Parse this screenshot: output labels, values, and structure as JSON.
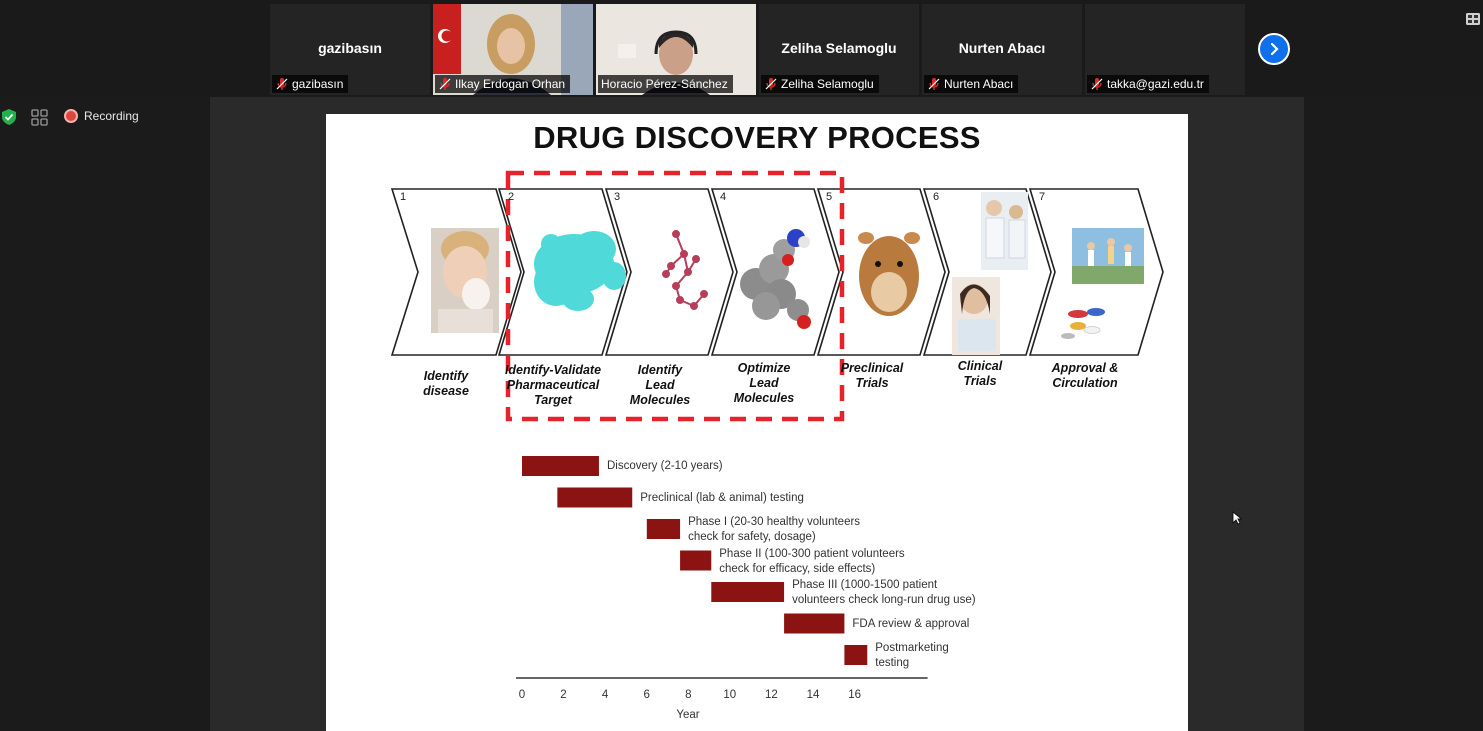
{
  "participants": [
    {
      "name": "gazibasın",
      "label": "gazibasın",
      "has_video": false,
      "muted": true
    },
    {
      "name": "Ilkay Erdogan Orhan",
      "label": "Ilkay Erdogan Orhan",
      "has_video": true,
      "muted": true
    },
    {
      "name": "Horacio Pérez-Sánchez",
      "label": "Horacio Pérez-Sánchez",
      "has_video": true,
      "muted": false,
      "active": true
    },
    {
      "name": "Zeliha Selamoglu",
      "label": "Zeliha Selamoglu",
      "has_video": false,
      "muted": true
    },
    {
      "name": "Nurten Abacı",
      "label": "Nurten Abacı",
      "has_video": false,
      "muted": true
    },
    {
      "name": "",
      "label": "takka@gazi.edu.tr",
      "has_video": false,
      "muted": true
    }
  ],
  "status": {
    "recording_label": "Recording"
  },
  "slide": {
    "title": "DRUG DISCOVERY PROCESS",
    "steps": [
      {
        "num": "1",
        "lines": [
          "Identify",
          "disease"
        ]
      },
      {
        "num": "2",
        "lines": [
          "Identify-Validate",
          "Pharmaceutical",
          "Target"
        ]
      },
      {
        "num": "3",
        "lines": [
          "Identify",
          "Lead",
          "Molecules"
        ]
      },
      {
        "num": "4",
        "lines": [
          "Optimize",
          "Lead",
          "Molecules"
        ]
      },
      {
        "num": "5",
        "lines": [
          "Preclinical",
          "Trials"
        ]
      },
      {
        "num": "6",
        "lines": [
          "Clinical",
          "Trials"
        ]
      },
      {
        "num": "7",
        "lines": [
          "Approval  &",
          "Circulation"
        ]
      }
    ],
    "highlight_color": "#e8222a",
    "bar_color": "#8b1412"
  },
  "chart_data": {
    "type": "gantt",
    "xlabel": "Year",
    "xticks": [
      0,
      2,
      4,
      6,
      8,
      10,
      12,
      14,
      16
    ],
    "xlim": [
      0,
      19.5
    ],
    "tasks": [
      {
        "start": 0,
        "end": 3.7,
        "label": [
          "Discovery (2-10 years)"
        ]
      },
      {
        "start": 1.7,
        "end": 5.3,
        "label": [
          "Preclinical (lab & animal) testing"
        ]
      },
      {
        "start": 6,
        "end": 7.6,
        "label": [
          "Phase I (20-30 healthy volunteers",
          "check for safety, dosage)"
        ]
      },
      {
        "start": 7.6,
        "end": 9.1,
        "label": [
          "Phase II (100-300 patient volunteers",
          "check for efficacy, side effects)"
        ]
      },
      {
        "start": 9.1,
        "end": 12.6,
        "label": [
          "Phase III (1000-1500 patient",
          "volunteers check long-run drug use)"
        ]
      },
      {
        "start": 12.6,
        "end": 15.5,
        "label": [
          "FDA review & approval"
        ]
      },
      {
        "start": 15.5,
        "end": 16.6,
        "label": [
          "Postmarketing",
          "testing"
        ]
      }
    ]
  }
}
